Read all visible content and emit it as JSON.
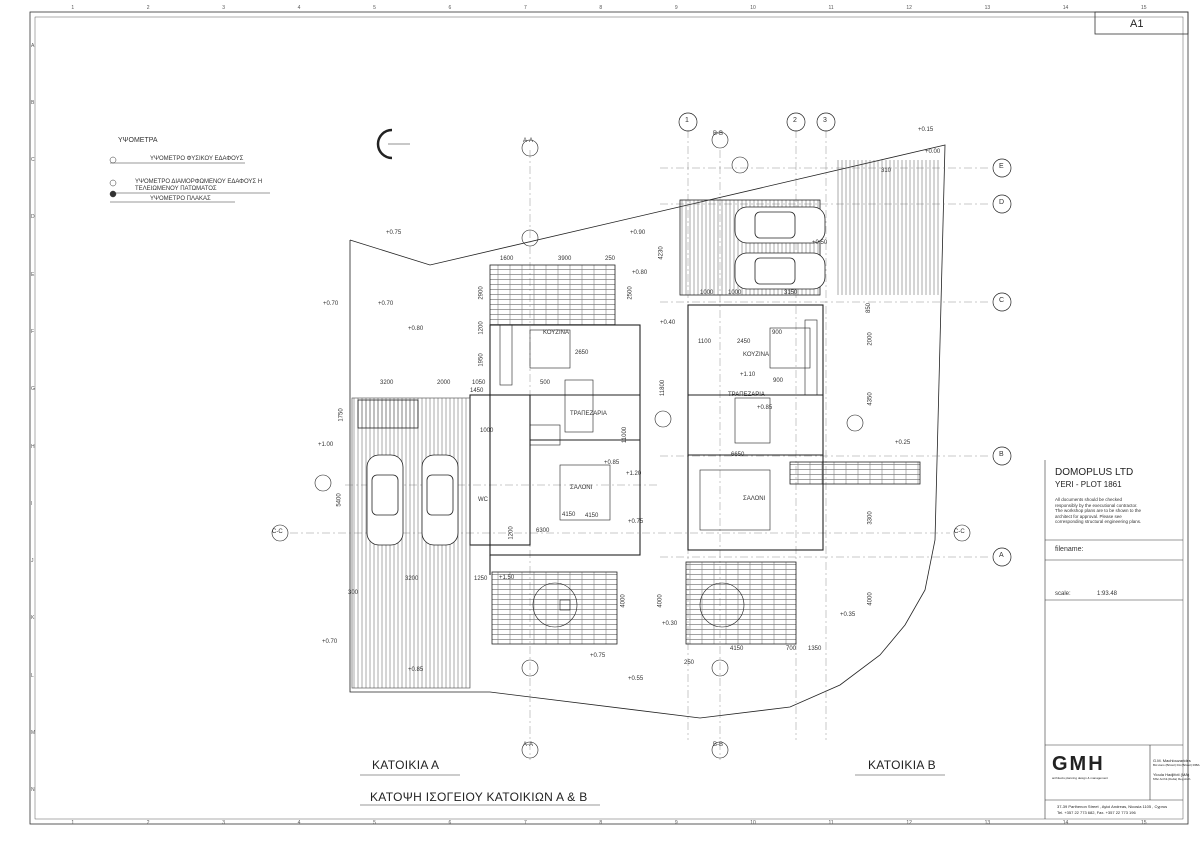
{
  "sheet": {
    "size": "A1"
  },
  "legend": {
    "heading": "ΥΨΟΜΕΤΡΑ",
    "items": [
      "ΥΨΟΜΕΤΡΟ ΦΥΣΙΚΟΥ ΕΔΑΦΟΥΣ",
      "ΥΨΟΜΕΤΡΟ ΔΙΑΜΟΡΦΩΜΕΝΟΥ ΕΔΑΦΟΥΣ Η",
      "ΤΕΛΕΙΩΜΕΝΟΥ ΠΑΤΩΜΑΤΟΣ",
      "ΥΨΟΜΕΤΡΟ ΠΛΑΚΑΣ"
    ]
  },
  "grid": {
    "columns": [
      "1",
      "2",
      "3"
    ],
    "rows": [
      "E",
      "D",
      "C",
      "B",
      "A"
    ],
    "border_numbers": [
      "1",
      "2",
      "3",
      "4",
      "5",
      "6",
      "7",
      "8",
      "9",
      "10",
      "11",
      "12",
      "13",
      "14",
      "15"
    ],
    "border_letters": [
      "A",
      "B",
      "C",
      "D",
      "E",
      "F",
      "G",
      "H",
      "I",
      "J",
      "K",
      "L",
      "M",
      "N"
    ]
  },
  "sections": {
    "aa": "A-A",
    "bb": "B-B",
    "cc": "C-C"
  },
  "levels": [
    "+0.75",
    "+0.70",
    "+0.70",
    "+0.80",
    "+0.90",
    "+0.80",
    "+1.00",
    "+1.20",
    "+0.75",
    "+0.40",
    "+0.50",
    "+0.15",
    "+0.00",
    "+0.25",
    "+1.10",
    "+0.85",
    "+0.35",
    "+0.30",
    "+0.75",
    "+0.55",
    "+0.70",
    "+0.85",
    "+0.85",
    "+1.50"
  ],
  "rooms": {
    "kitchen_a": "ΚΟΥΖΙΝΑ",
    "dining_a": "ΤΡΑΠΕΖΑΡΙΑ",
    "living_a": "ΣΑΛΟΝΙ",
    "kitchen_b": "ΚΟΥΖΙΝΑ",
    "dining_b": "ΤΡΑΠΕΖΑΡΙΑ",
    "living_b": "ΣΑΛΟΝΙ",
    "wc": "WC"
  },
  "dims": [
    "1600",
    "3900",
    "250",
    "2900",
    "2650",
    "3200",
    "2000",
    "1050",
    "1450",
    "500",
    "1750",
    "1000",
    "11000",
    "5400",
    "6300",
    "4150",
    "3200",
    "1250",
    "300",
    "4000",
    "1000",
    "1000",
    "4230",
    "3150",
    "2450",
    "900",
    "1100",
    "11800",
    "6650",
    "4150",
    "700",
    "1350",
    "250",
    "4000",
    "2000",
    "4350",
    "3300",
    "900",
    "310",
    "850",
    "1950",
    "1200",
    "4150",
    "2500",
    "4000",
    "1200"
  ],
  "labels": {
    "house_a": "ΚΑΤΟΙΚΙΑ Α",
    "house_b": "ΚΑΤΟΙΚΙΑ Β",
    "plan_title": "ΚΑΤΟΨΗ ΙΣΟΓΕΙΟΥ ΚΑΤΟΙΚΙΩΝ Α & Β"
  },
  "title_block": {
    "company": "DOMOPLUS LTD",
    "project": "YERI - PLOT 1861",
    "note": "All documents should be checked responsibly by the executional contractor. The workshop plans are to be shown to the architect for approval. Please see corresponding structural engineering plans.",
    "filename_label": "filename:",
    "scale_label": "scale:",
    "scale_value": "1:93.48",
    "firm_logo": "GMH",
    "firm_tagline": "architects planning design & management",
    "person1": "G.M. Machlouzarides",
    "person1_sub": "BA Hons (Bristol) DA (Bristol) RIBA",
    "person2": "Yioula Hadjifoti (MA)",
    "person2_sub": "MSc Archit.(Delta) Reg Arch.",
    "address": "37-39 Parthenon Street , Ayioi Andreas, Nicosia 1105 , Cyprus",
    "contact": "Tel. +357 22 773 682,   Fax. +357 22 773 196"
  },
  "colors": {
    "line": "#222222",
    "hatch": "#555555",
    "grid": "#777777"
  }
}
